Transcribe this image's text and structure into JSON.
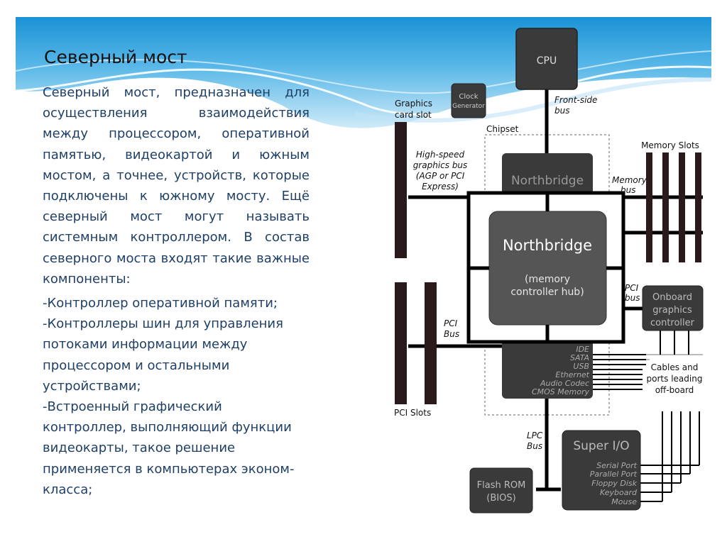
{
  "slide": {
    "title": "Северный мост",
    "paragraph": "Северный мост, предназначен для осуществления взаимодействия между процессором, оперативной памятью, видеокартой и южным мостом, а точнее, устройств, которые подключены к южному мосту. Ещё северный мост могут называть системным контроллером. В состав северного моста входят такие важные компоненты:",
    "list_items": [
      "-Контроллер оперативной памяти;",
      "-Контроллеры шин для управления потоками информации между процессором и остальными устройствами;",
      "-Встроенный графический контроллер, выполняющий функции видеокарты, такое решение применяется в компьютерах эконом-класса;"
    ]
  },
  "diagram": {
    "cpu": "CPU",
    "clock_generator": [
      "Clock",
      "Generator"
    ],
    "front_side_bus": [
      "Front-side",
      "bus"
    ],
    "graphics_card_slot": [
      "Graphics",
      "card slot"
    ],
    "chipset": "Chipset",
    "memory_slots": "Memory Slots",
    "high_speed_bus": [
      "High-speed",
      "graphics bus",
      "(AGP or PCI",
      "Express)"
    ],
    "northbridge_back": "Northbridge",
    "memory_bus": [
      "Memory",
      "bus"
    ],
    "northbridge_main": "Northbridge",
    "northbridge_sub": [
      "(memory",
      "controller hub)"
    ],
    "pci_bus_right": [
      "PCI",
      "bus"
    ],
    "onboard_graphics": [
      "Onboard",
      "graphics",
      "controller"
    ],
    "pci_bus_left": [
      "PCI",
      "Bus"
    ],
    "southbridge_items": [
      "IDE",
      "SATA",
      "USB",
      "Ethernet",
      "Audio Codec",
      "CMOS Memory"
    ],
    "cables_label": [
      "Cables and",
      "ports leading",
      "off-board"
    ],
    "pci_slots": "PCI Slots",
    "lpc_bus": [
      "LPC",
      "Bus"
    ],
    "super_io": "Super I/O",
    "super_io_items": [
      "Serial Port",
      "Parallel Port",
      "Floppy Disk",
      "Keyboard",
      "Mouse"
    ],
    "flash_rom": [
      "Flash ROM",
      "(BIOS)"
    ]
  }
}
